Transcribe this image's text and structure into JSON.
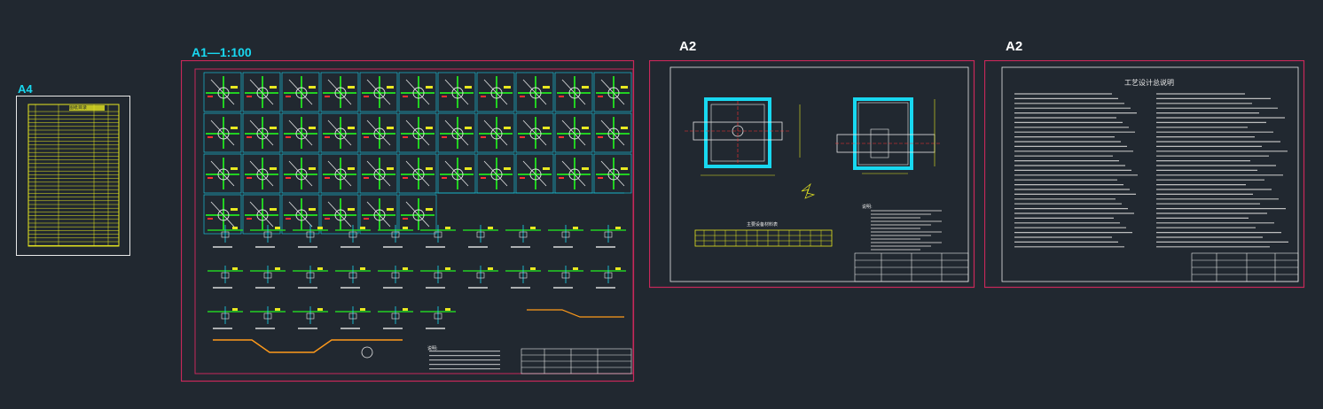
{
  "canvas": {
    "background": "#212830"
  },
  "sheets": [
    {
      "id": "a4-index",
      "label": "A4",
      "label_color": "#18d8f0",
      "title": "图纸目录"
    },
    {
      "id": "a1-plan",
      "label": "A1—1:100",
      "label_color": "#18d8f0",
      "notes_title": "说明:"
    },
    {
      "id": "a2-detail",
      "label": "A2",
      "label_color": "#ffffff",
      "table_title": "主要设备材料表",
      "notes_title": "说明:"
    },
    {
      "id": "a2-notes",
      "label": "A2",
      "label_color": "#ffffff",
      "title": "工艺设计总说明"
    }
  ],
  "colors": {
    "sheet_border": "#c8285a",
    "cyan": "#18d8f0",
    "yellow": "#e8e820",
    "green": "#22d022",
    "white": "#e8e8e8",
    "orange": "#ff9a1a",
    "red": "#ff3030"
  }
}
